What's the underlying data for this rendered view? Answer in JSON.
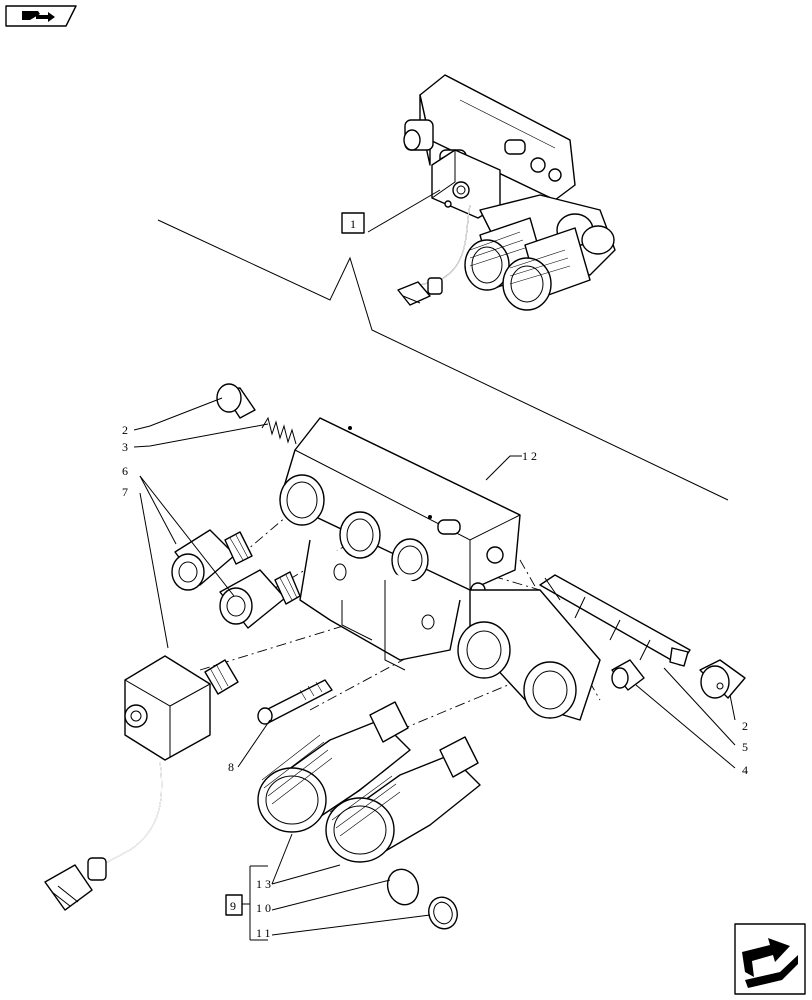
{
  "header": {
    "nav_badge_icon": "book-arrow-icon"
  },
  "footer": {
    "next_page_icon": "arrow-right-icon"
  },
  "callouts": {
    "c1": "1",
    "c2_top": "2",
    "c3": "3",
    "c6": "6",
    "c7": "7",
    "c12": "12",
    "c8": "8",
    "c2_right": "2",
    "c5": "5",
    "c4": "4",
    "c9": "9",
    "c13": "13",
    "c10": "10",
    "c11": "11"
  },
  "colors": {
    "ink": "#000000",
    "paper": "#ffffff"
  }
}
